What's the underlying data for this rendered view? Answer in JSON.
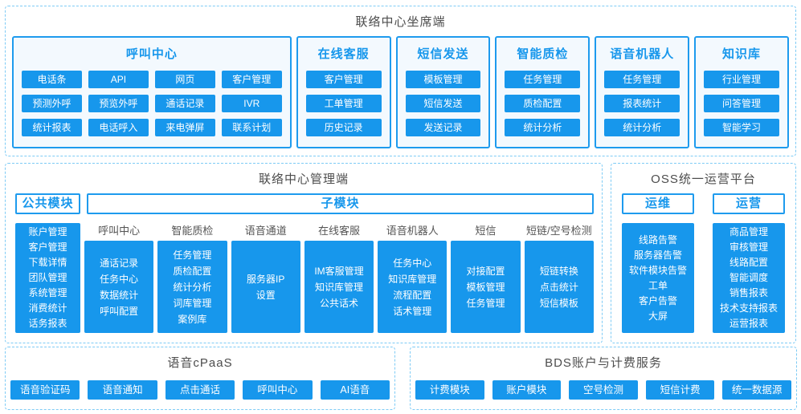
{
  "colors": {
    "primary_blue": "#1797ec",
    "solid_border_blue": "#1e9bee",
    "dashed_border_blue": "#7ecbf5",
    "group_bg": "#f3f9fe",
    "section_title_text": "#4d4d4d",
    "column_header_text": "#555555",
    "chip_text": "#ffffff"
  },
  "agent": {
    "title": "联络中心坐席端",
    "groups": [
      {
        "title": "呼叫中心",
        "wide": true,
        "items": [
          "电话条",
          "API",
          "网页",
          "客户管理",
          "预测外呼",
          "预览外呼",
          "通话记录",
          "IVR",
          "统计报表",
          "电话呼入",
          "来电弹屏",
          "联系计划"
        ]
      },
      {
        "title": "在线客服",
        "wide": false,
        "items": [
          "客户管理",
          "工单管理",
          "历史记录"
        ]
      },
      {
        "title": "短信发送",
        "wide": false,
        "items": [
          "模板管理",
          "短信发送",
          "发送记录"
        ]
      },
      {
        "title": "智能质检",
        "wide": false,
        "items": [
          "任务管理",
          "质检配置",
          "统计分析"
        ]
      },
      {
        "title": "语音机器人",
        "wide": false,
        "items": [
          "任务管理",
          "报表统计",
          "统计分析"
        ]
      },
      {
        "title": "知识库",
        "wide": false,
        "items": [
          "行业管理",
          "问答管理",
          "智能学习"
        ]
      }
    ]
  },
  "mgmt": {
    "title": "联络中心管理端",
    "public_label": "公共模块",
    "sub_label": "子模块",
    "public_items": [
      "账户管理",
      "客户管理",
      "下载详情",
      "团队管理",
      "系统管理",
      "消费统计",
      "话务报表"
    ],
    "columns": [
      {
        "header": "呼叫中心",
        "items": [
          "通话记录",
          "任务中心",
          "数据统计",
          "呼叫配置"
        ]
      },
      {
        "header": "智能质检",
        "items": [
          "任务管理",
          "质检配置",
          "统计分析",
          "词库管理",
          "案例库"
        ]
      },
      {
        "header": "语音通道",
        "items": [
          "服务器IP",
          "设置"
        ]
      },
      {
        "header": "在线客服",
        "items": [
          "IM客服管理",
          "知识库管理",
          "公共话术"
        ]
      },
      {
        "header": "语音机器人",
        "items": [
          "任务中心",
          "知识库管理",
          "流程配置",
          "话术管理"
        ]
      },
      {
        "header": "短信",
        "items": [
          "对接配置",
          "模板管理",
          "任务管理"
        ]
      },
      {
        "header": "短链/空号检测",
        "items": [
          "短链转换",
          "点击统计",
          "短信模板"
        ]
      }
    ]
  },
  "oss": {
    "title": "OSS统一运营平台",
    "columns": [
      {
        "header": "运维",
        "items": [
          "线路告警",
          "服务器告警",
          "软件模块告警",
          "工单",
          "客户告警",
          "大屏"
        ]
      },
      {
        "header": "运营",
        "items": [
          "商品管理",
          "审核管理",
          "线路配置",
          "智能调度",
          "销售报表",
          "技术支持报表",
          "运营报表"
        ]
      }
    ]
  },
  "cpaas": {
    "title": "语音cPaaS",
    "items": [
      "语音验证码",
      "语音通知",
      "点击通话",
      "呼叫中心",
      "AI语音"
    ]
  },
  "bds": {
    "title": "BDS账户与计费服务",
    "items": [
      "计费模块",
      "账户模块",
      "空号检测",
      "短信计费",
      "统一数据源"
    ]
  }
}
